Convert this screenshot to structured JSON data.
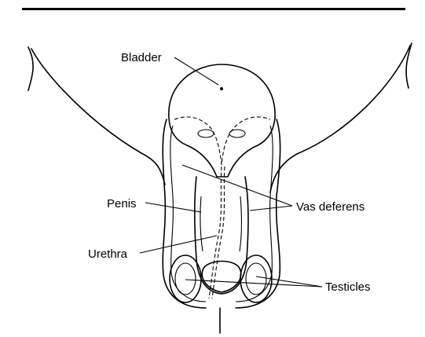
{
  "diagram": {
    "labels": {
      "bladder": "Bladder",
      "penis": "Penis",
      "urethra": "Urethra",
      "vas_deferens": "Vas deferens",
      "testicles": "Testicles"
    },
    "colors": {
      "ink": "#000000",
      "background": "#ffffff"
    }
  }
}
